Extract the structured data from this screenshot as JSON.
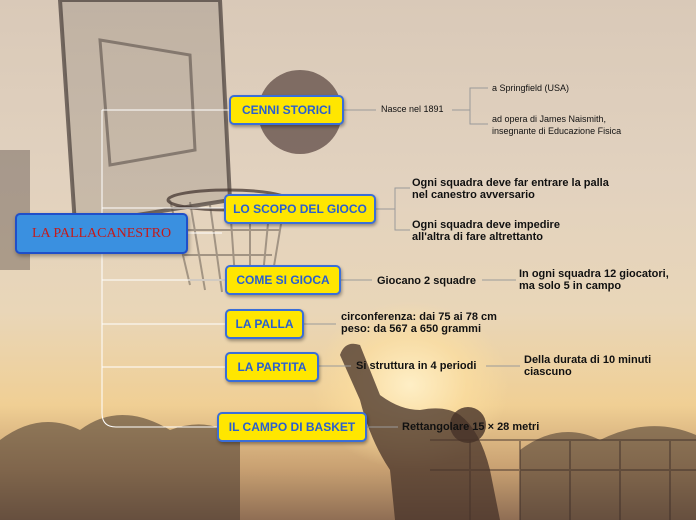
{
  "root": {
    "label": "LA PALLACANESTRO"
  },
  "branches": [
    {
      "label": "CENNI STORICI",
      "child": "Nasce nel 1891",
      "details": [
        [
          "a Springfield (USA)"
        ],
        [
          "ad opera di James Naismith,",
          "insegnante di Educazione Fisica"
        ]
      ]
    },
    {
      "label": "LO SCOPO DEL GIOCO",
      "details": [
        [
          "Ogni squadra deve far entrare la palla",
          "nel canestro avversario"
        ],
        [
          "Ogni squadra deve impedire",
          "all'altra di fare altrettanto"
        ]
      ]
    },
    {
      "label": "COME SI GIOCA",
      "child": "Giocano 2 squadre",
      "details": [
        [
          "In ogni squadra 12 giocatori,",
          "ma solo 5 in campo"
        ]
      ]
    },
    {
      "label": "LA PALLA",
      "child_lines": [
        "circonferenza: dai 75 ai 78 cm",
        "peso: da 567 a 650 grammi"
      ]
    },
    {
      "label": "LA PARTITA",
      "child": "Si struttura in 4 periodi",
      "details": [
        [
          "Della durata di 10 minuti",
          "ciascuno"
        ]
      ]
    },
    {
      "label": "IL CAMPO DI BASKET",
      "child": "Rettangolare 15 × 28 metri"
    }
  ],
  "colors": {
    "node_fill": "#ffe600",
    "node_border": "#3a6ed8",
    "node_text": "#2a5fcf",
    "root_fill": "#3a90e0",
    "root_text": "#c21b1b",
    "connector": "#ffffff"
  }
}
